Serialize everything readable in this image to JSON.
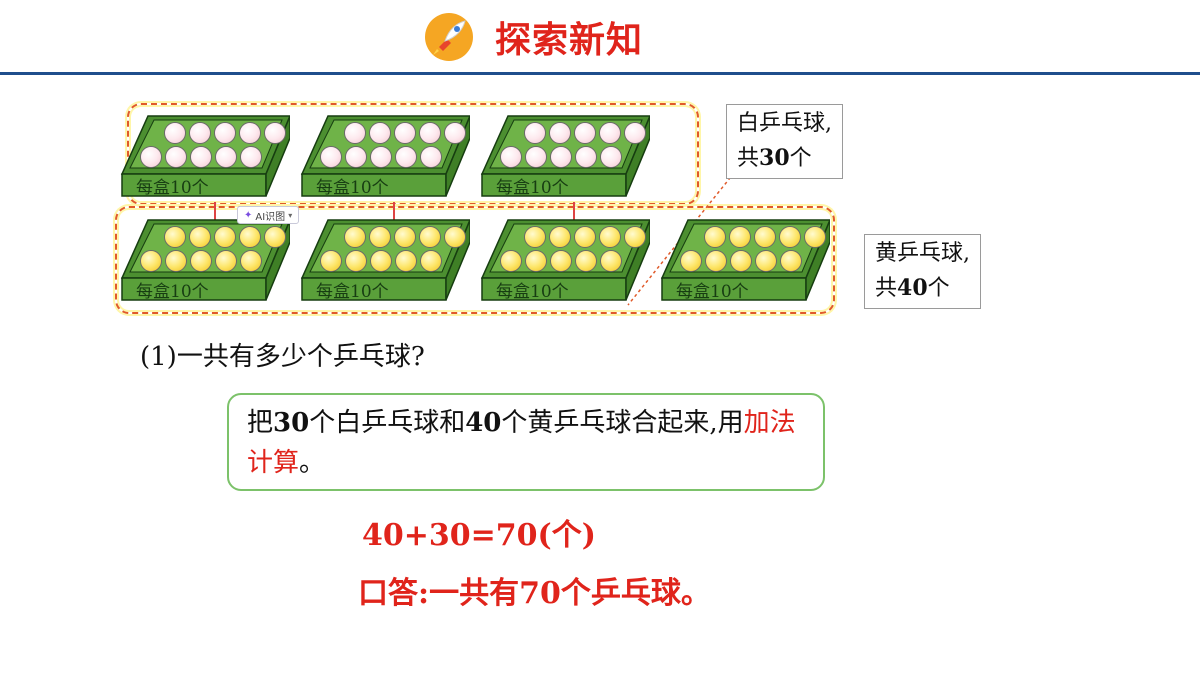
{
  "header": {
    "title": "探索新知"
  },
  "figure": {
    "box_label": "每盒10个",
    "white_row_count": 3,
    "yellow_row_count": 4,
    "balls_per_box": 10,
    "ai_chip_label": "AI识图",
    "white_callout": {
      "line1": "白乒乓球,",
      "line2_prefix": "共",
      "line2_number": "30",
      "line2_suffix": "个"
    },
    "yellow_callout": {
      "line1": "黄乒乓球,",
      "line2_prefix": "共",
      "line2_number": "40",
      "line2_suffix": "个"
    }
  },
  "question": "(1)一共有多少个乒乓球?",
  "explanation": {
    "part1": "把",
    "num1": "30",
    "part2": "个白乒乓球和",
    "num2": "40",
    "part3": "个黄乒乓球合起来,用",
    "highlight": "加法计算",
    "part4": "。"
  },
  "equation": "40+30=70(个)",
  "answer": "口答:一共有70个乒乓球。",
  "colors": {
    "title_red": "#e0241b",
    "rule_blue": "#1f4e8c",
    "box_green": "#5aa03a",
    "highlight_red": "#e0241b"
  }
}
